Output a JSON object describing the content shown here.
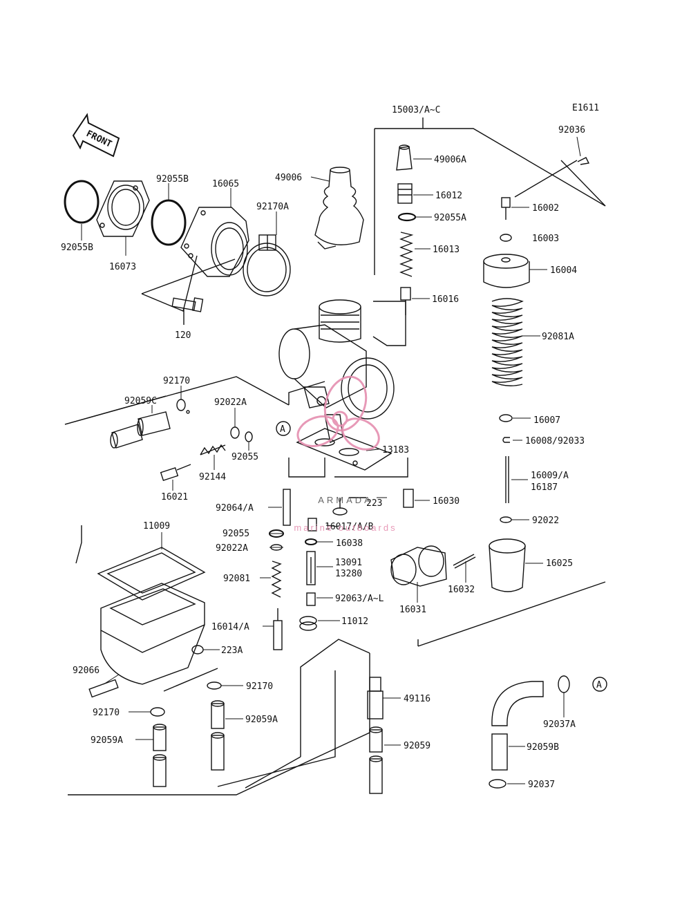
{
  "diagram": {
    "code": "E1611",
    "front_label": "FRONT",
    "callout_a": "A",
    "watermark": {
      "brand": "ARMADA",
      "tagline": "marine outboards",
      "color": "#e58fb0",
      "text_color": "#555555"
    },
    "part_numbers": {
      "p15003": "15003/A~C",
      "p92036": "92036",
      "p49006A": "49006A",
      "p49006": "49006",
      "p16012": "16012",
      "p92055A": "92055A",
      "p16002": "16002",
      "p16003": "16003",
      "p16013": "16013",
      "p16004": "16004",
      "p16016": "16016",
      "p92081A": "92081A",
      "p92055B_top": "92055B",
      "p16065": "16065",
      "p92170A": "92170A",
      "p92055B_left": "92055B",
      "p16073": "16073",
      "p120": "120",
      "p92170_a": "92170",
      "p92059C": "92059C",
      "p92022A_a": "92022A",
      "p92055_a": "92055",
      "p13183": "13183",
      "p92144": "92144",
      "p16021": "16021",
      "p16007": "16007",
      "p16008": "16008/92033",
      "p16009": "16009/A",
      "p16187": "16187",
      "p223": "223",
      "p16030": "16030",
      "p92064": "92064/A",
      "p16017": "16017/A/B",
      "p92022": "92022",
      "p92055_b": "92055",
      "p16038": "16038",
      "p92022A_b": "92022A",
      "p13091": "13091",
      "p13280": "13280",
      "p92081": "92081",
      "p16025": "16025",
      "p11009": "11009",
      "p92063": "92063/A~L",
      "p16031": "16031",
      "p16032": "16032",
      "p16014": "16014/A",
      "p11012": "11012",
      "p223A": "223A",
      "p92066": "92066",
      "p92170_b": "92170",
      "p49116": "49116",
      "p92170_c": "92170",
      "p92059A_a": "92059A",
      "p92037A": "92037A",
      "p92059A_b": "92059A",
      "p92059": "92059",
      "p92059B": "92059B",
      "p92037": "92037"
    }
  }
}
